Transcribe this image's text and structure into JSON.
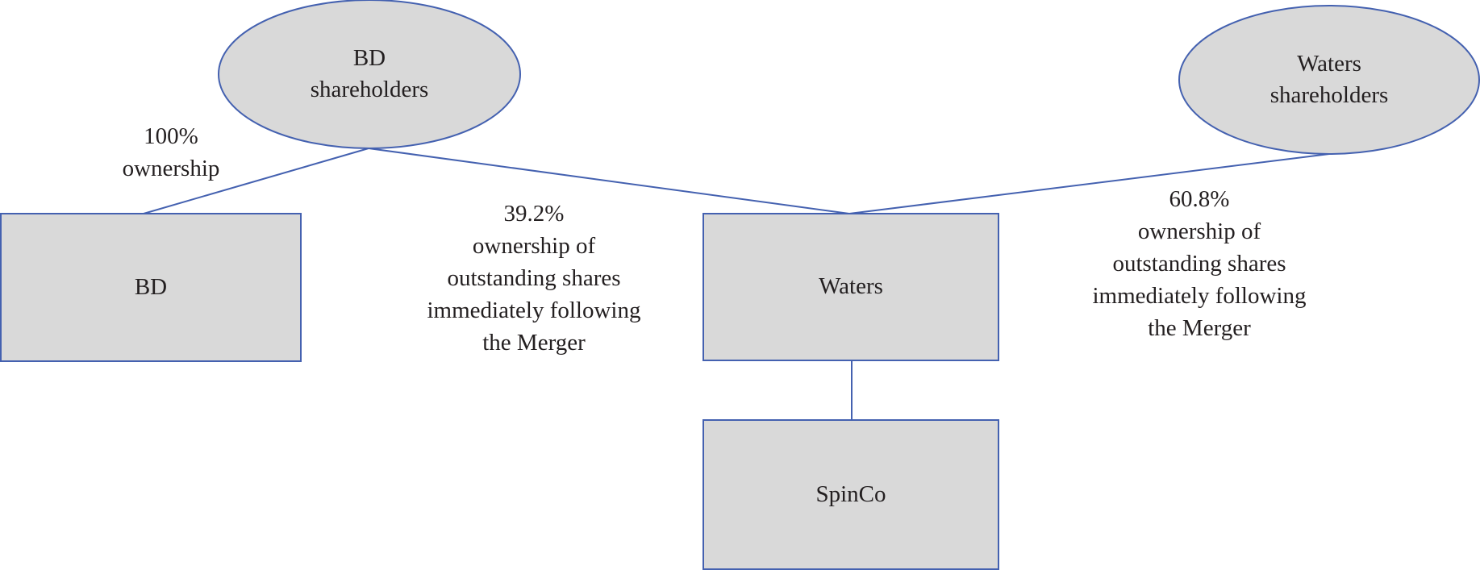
{
  "nodes": {
    "bd_shareholders": {
      "lines": [
        "BD",
        "shareholders"
      ]
    },
    "waters_shareholders": {
      "lines": [
        "Waters",
        "shareholders"
      ]
    },
    "bd": {
      "label": "BD"
    },
    "waters": {
      "label": "Waters"
    },
    "spinco": {
      "label": "SpinCo"
    }
  },
  "edge_labels": {
    "bd_ownership": [
      "100%",
      "ownership"
    ],
    "bd_shareholders_waters": [
      "39.2%",
      "ownership of",
      "outstanding shares",
      "immediately following",
      "the Merger"
    ],
    "waters_shareholders_waters": [
      "60.8%",
      "ownership of",
      "outstanding shares",
      "immediately following",
      "the Merger"
    ]
  },
  "colors": {
    "fill": "#d9d9d9",
    "stroke": "#4461b0",
    "text": "#231f20"
  }
}
